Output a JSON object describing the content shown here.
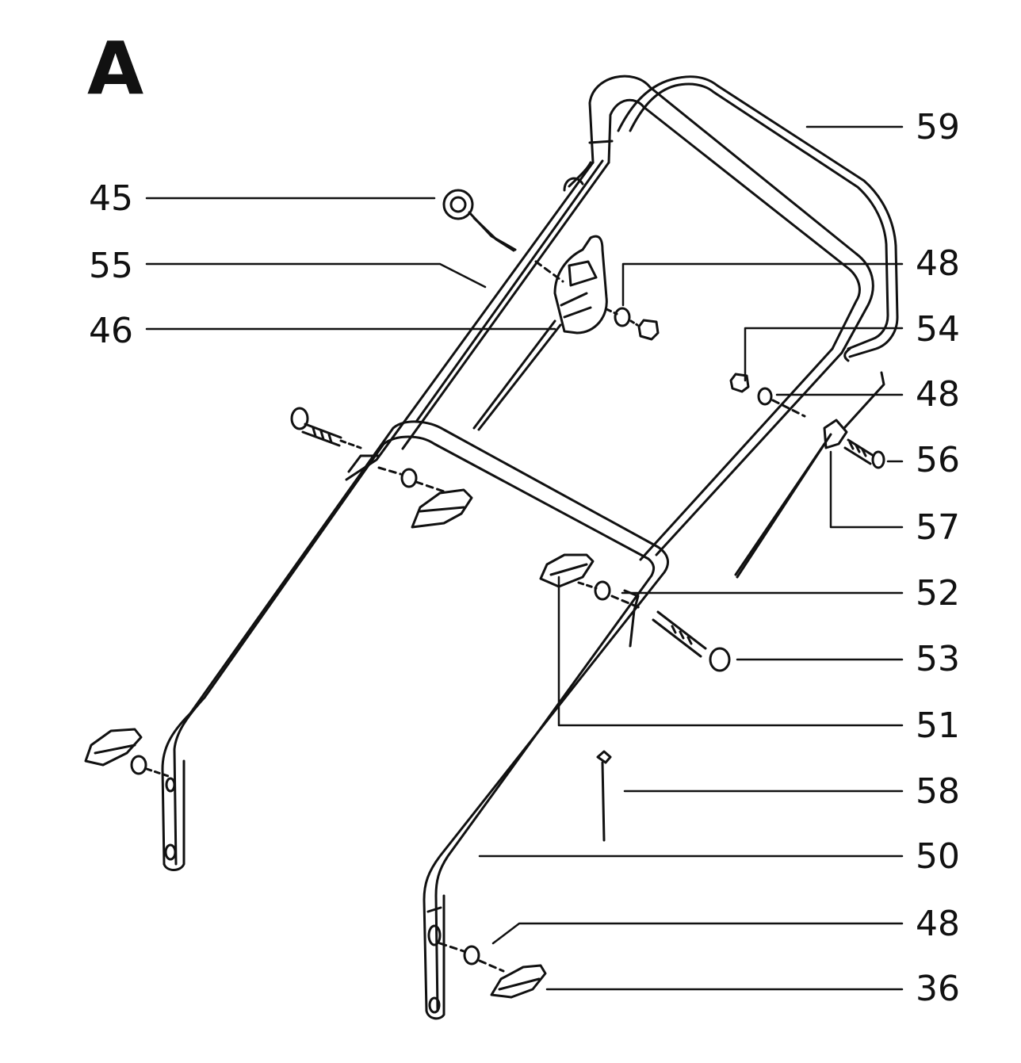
{
  "diagram": {
    "panel_letter": "A",
    "ink_color": "#111111",
    "background_color": "#ffffff",
    "callouts": [
      {
        "id": "c59",
        "label": "59"
      },
      {
        "id": "c45",
        "label": "45"
      },
      {
        "id": "c55",
        "label": "55"
      },
      {
        "id": "c48a",
        "label": "48"
      },
      {
        "id": "c46",
        "label": "46"
      },
      {
        "id": "c54",
        "label": "54"
      },
      {
        "id": "c48b",
        "label": "48"
      },
      {
        "id": "c56",
        "label": "56"
      },
      {
        "id": "c57",
        "label": "57"
      },
      {
        "id": "c52",
        "label": "52"
      },
      {
        "id": "c53",
        "label": "53"
      },
      {
        "id": "c51",
        "label": "51"
      },
      {
        "id": "c58",
        "label": "58"
      },
      {
        "id": "c50",
        "label": "50"
      },
      {
        "id": "c48c",
        "label": "48"
      },
      {
        "id": "c36",
        "label": "36"
      }
    ]
  }
}
